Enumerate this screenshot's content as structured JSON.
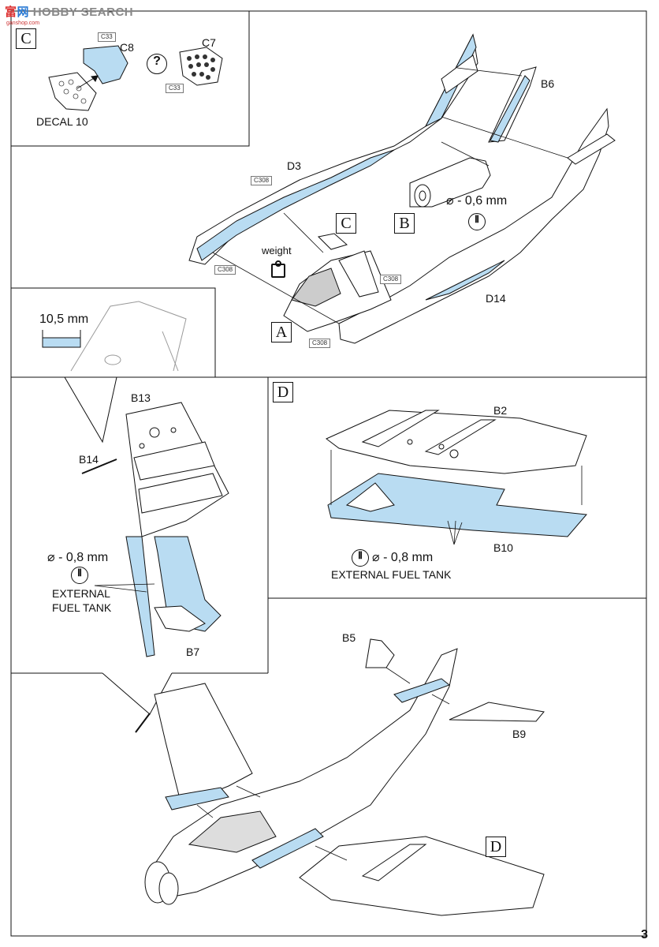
{
  "watermark": {
    "brand_a": "富",
    "brand_b": "网",
    "brand_rest": "HOBBY SEARCH",
    "sub": "ganshop.com"
  },
  "page_number": "3",
  "steps": {
    "c": "C",
    "a": "A",
    "b": "B",
    "d": "D",
    "c_label": "C",
    "d_label": "D"
  },
  "parts": {
    "c8": "C8",
    "c7": "C7",
    "decal": "DECAL 10",
    "b6": "B6",
    "d3": "D3",
    "d14": "D14",
    "weight": "weight",
    "drill_1": "⌀ - 0,6 mm",
    "measure": "10,5 mm",
    "b13": "B13",
    "b14": "B14",
    "b7": "B7",
    "drill_2": "⌀ - 0,8 mm",
    "fuel_1": "EXTERNAL",
    "fuel_2": "FUEL TANK",
    "b2": "B2",
    "b10": "B10",
    "drill_3": "⌀ - 0,8 mm",
    "fuel_3": "EXTERNAL FUEL TANK",
    "b5": "B5",
    "b9": "B9"
  },
  "refs": {
    "c33a": "C33",
    "c33b": "C33",
    "c308a": "C308",
    "c308b": "C308",
    "c308c": "C308",
    "c308d": "C308"
  },
  "symbols": {
    "question": "?",
    "drill_icon": "⦀"
  },
  "colors": {
    "ink": "#111111",
    "highlight": "#b9dcf2",
    "part_fill": "#ffffff"
  }
}
